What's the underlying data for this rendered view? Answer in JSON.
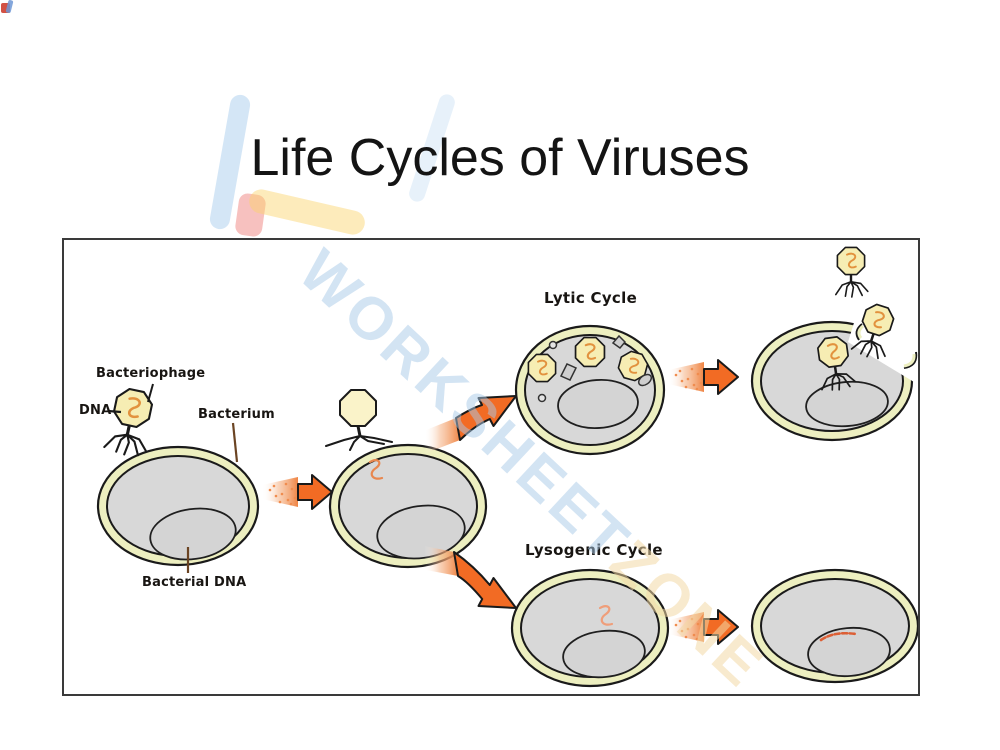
{
  "slide": {
    "title": "Life Cycles of Viruses"
  },
  "watermark": {
    "primary": "WORKSHEET",
    "secondary": "ZONE"
  },
  "diagram": {
    "labels": {
      "bacteriophage": "Bacteriophage",
      "dna": "DNA",
      "bacterium": "Bacterium",
      "bacterial_dna": "Bacterial DNA",
      "lytic_cycle": "Lytic Cycle",
      "lysogenic_cycle": "Lysogenic Cycle"
    },
    "colors": {
      "cell_membrane": "#EDEFC0",
      "cell_outline": "#1A1A1A",
      "cytoplasm": "#D8D8D8",
      "bacterial_dna_fill": "#D4D4D4",
      "phage_head": "#F6EDB3",
      "viral_dna_squiggle": "#E2923E",
      "arrow_orange": "#F26B24",
      "pointer_line_brown": "#6B4423",
      "prophage_segment": "#DC5F35",
      "watermark_blue": "#A7C9E8",
      "watermark_tan": "#F2D8A6"
    }
  }
}
